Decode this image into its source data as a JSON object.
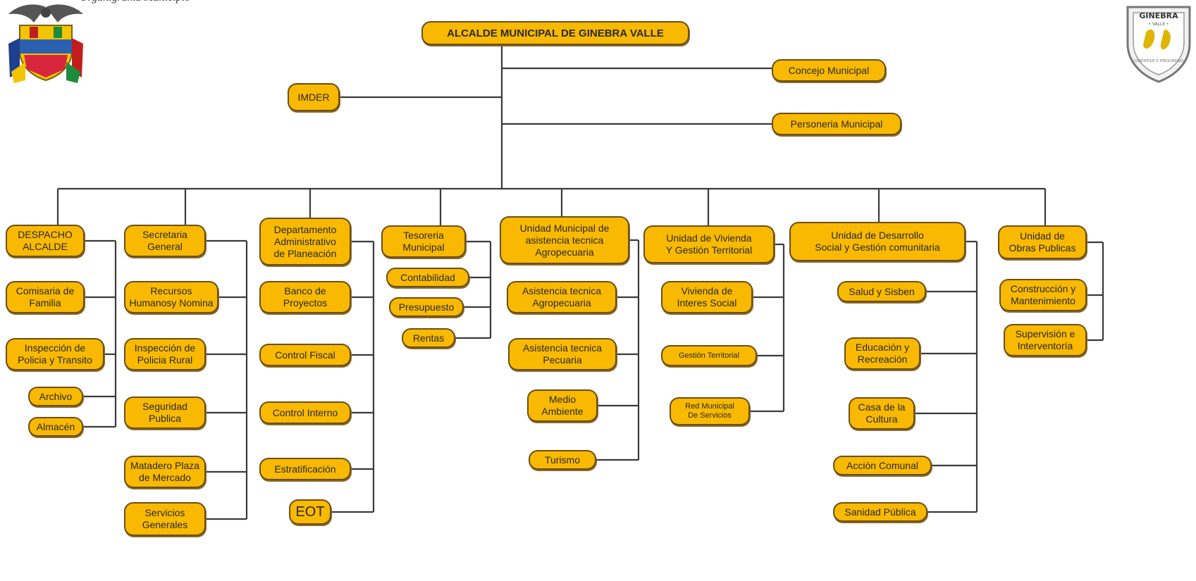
{
  "caption": "Organigrama Municipio",
  "logo_right_text": "GINEBRA\n• VALLE •",
  "logo_right_motto": "LIBERTAD Y PROGRESO",
  "nodes": [
    {
      "id": "alcalde",
      "label": "ALCALDE MUNICIPAL DE GINEBRA VALLE"
    },
    {
      "id": "concejo",
      "label": "Concejo Municipal"
    },
    {
      "id": "imder",
      "label": "IMDER"
    },
    {
      "id": "personeria",
      "label": "Personeria Municipal"
    },
    {
      "id": "despacho",
      "label": "DESPACHO\nALCALDE"
    },
    {
      "id": "comisaria",
      "label": "Comisaria de\nFamilia"
    },
    {
      "id": "inspeccion_transito",
      "label": "Inspección de\nPolicia y Transito"
    },
    {
      "id": "archivo",
      "label": "Archivo"
    },
    {
      "id": "almacen",
      "label": "Almacén"
    },
    {
      "id": "secretaria",
      "label": "Secretaria\nGeneral"
    },
    {
      "id": "recursos",
      "label": "Recursos\nHumanosy Nomina"
    },
    {
      "id": "inspeccion_rural",
      "label": "Inspección de\nPolicia Rural"
    },
    {
      "id": "seguridad",
      "label": "Seguridad\nPublica"
    },
    {
      "id": "matadero",
      "label": "Matadero Plaza\nde Mercado"
    },
    {
      "id": "servicios_generales",
      "label": "Servicios\nGenerales"
    },
    {
      "id": "planeacion",
      "label": "Departamento\nAdministrativo\nde Planeación"
    },
    {
      "id": "banco",
      "label": "Banco de\nProyectos"
    },
    {
      "id": "control_fiscal",
      "label": "Control Fiscal"
    },
    {
      "id": "control_interno",
      "label": "Control Interno"
    },
    {
      "id": "estratificacion",
      "label": "Estratificación"
    },
    {
      "id": "eot",
      "label": "EOT"
    },
    {
      "id": "tesoreria",
      "label": "Tesoreria\nMunicipal"
    },
    {
      "id": "contabilidad",
      "label": "Contabilidad"
    },
    {
      "id": "presupuesto",
      "label": "Presupuesto"
    },
    {
      "id": "rentas",
      "label": "Rentas"
    },
    {
      "id": "umata",
      "label": "Unidad Municipal de\nasistencia tecnica\nAgropecuaria"
    },
    {
      "id": "asist_agro",
      "label": "Asistencia tecnica\nAgropecuaria"
    },
    {
      "id": "asist_pecuaria",
      "label": "Asistencia tecnica\nPecuaria"
    },
    {
      "id": "medio_ambiente",
      "label": "Medio\nAmbiente"
    },
    {
      "id": "turismo",
      "label": "Turismo"
    },
    {
      "id": "vivienda",
      "label": "Unidad de Vivienda\nY Gestión Territorial"
    },
    {
      "id": "vivienda_social",
      "label": "Vivienda de\nInteres Social"
    },
    {
      "id": "gestion_territorial",
      "label": "Gestión Territorial"
    },
    {
      "id": "red_servicios",
      "label": "Red Municipal\nDe Servicios"
    },
    {
      "id": "desarrollo_social",
      "label": "Unidad de Desarrollo\nSocial y Gestión comunitaria"
    },
    {
      "id": "salud",
      "label": "Salud y Sisben"
    },
    {
      "id": "educacion",
      "label": "Educación y\nRecreación"
    },
    {
      "id": "casa_cultura",
      "label": "Casa de la\nCultura"
    },
    {
      "id": "accion_comunal",
      "label": "Acción Comunal"
    },
    {
      "id": "sanidad",
      "label": "Sanidad Pública"
    },
    {
      "id": "obras",
      "label": "Unidad   de\nObras Publicas"
    },
    {
      "id": "construccion",
      "label": "Construcción y\nMantenimiento"
    },
    {
      "id": "supervision",
      "label": "Supervisión e\nInterventoría"
    }
  ],
  "edges": [
    [
      "alcalde",
      "concejo"
    ],
    [
      "alcalde",
      "imder"
    ],
    [
      "alcalde",
      "personeria"
    ],
    [
      "alcalde",
      "despacho"
    ],
    [
      "alcalde",
      "secretaria"
    ],
    [
      "alcalde",
      "planeacion"
    ],
    [
      "alcalde",
      "tesoreria"
    ],
    [
      "alcalde",
      "umata"
    ],
    [
      "alcalde",
      "vivienda"
    ],
    [
      "alcalde",
      "desarrollo_social"
    ],
    [
      "alcalde",
      "obras"
    ],
    [
      "despacho",
      "comisaria"
    ],
    [
      "despacho",
      "inspeccion_transito"
    ],
    [
      "despacho",
      "archivo"
    ],
    [
      "despacho",
      "almacen"
    ],
    [
      "secretaria",
      "recursos"
    ],
    [
      "secretaria",
      "inspeccion_rural"
    ],
    [
      "secretaria",
      "seguridad"
    ],
    [
      "secretaria",
      "matadero"
    ],
    [
      "secretaria",
      "servicios_generales"
    ],
    [
      "planeacion",
      "banco"
    ],
    [
      "planeacion",
      "control_fiscal"
    ],
    [
      "planeacion",
      "control_interno"
    ],
    [
      "planeacion",
      "estratificacion"
    ],
    [
      "planeacion",
      "eot"
    ],
    [
      "tesoreria",
      "contabilidad"
    ],
    [
      "tesoreria",
      "presupuesto"
    ],
    [
      "tesoreria",
      "rentas"
    ],
    [
      "umata",
      "asist_agro"
    ],
    [
      "umata",
      "asist_pecuaria"
    ],
    [
      "umata",
      "medio_ambiente"
    ],
    [
      "umata",
      "turismo"
    ],
    [
      "vivienda",
      "vivienda_social"
    ],
    [
      "vivienda",
      "gestion_territorial"
    ],
    [
      "vivienda",
      "red_servicios"
    ],
    [
      "desarrollo_social",
      "salud"
    ],
    [
      "desarrollo_social",
      "educacion"
    ],
    [
      "desarrollo_social",
      "casa_cultura"
    ],
    [
      "desarrollo_social",
      "accion_comunal"
    ],
    [
      "desarrollo_social",
      "sanidad"
    ],
    [
      "obras",
      "construccion"
    ],
    [
      "obras",
      "supervision"
    ]
  ],
  "colors": {
    "box_fill": "#f8b900",
    "box_border": "#6b4f1a",
    "line": "#3a3a3a"
  }
}
